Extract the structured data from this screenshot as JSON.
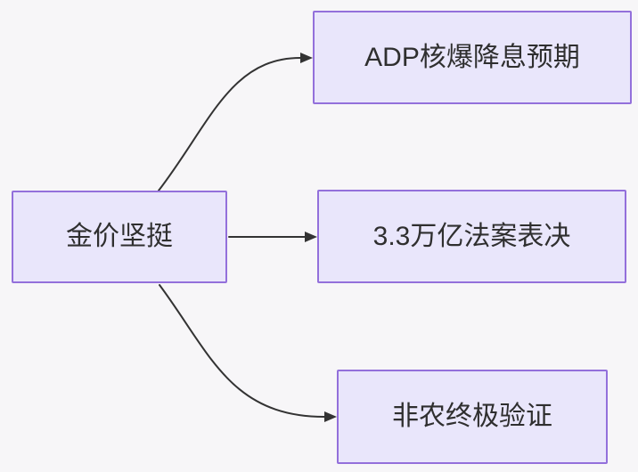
{
  "diagram": {
    "root": {
      "id": "root",
      "label": "金价坚挺"
    },
    "nodes": [
      {
        "id": "adp",
        "label": "ADP核爆降息预期"
      },
      {
        "id": "bill",
        "label": "3.3万亿法案表决"
      },
      {
        "id": "nfp",
        "label": "非农终极验证"
      }
    ],
    "edges": [
      {
        "from": "root",
        "to": "adp",
        "style": "curved",
        "arrowhead": "filled-triangle"
      },
      {
        "from": "root",
        "to": "bill",
        "style": "straight",
        "arrowhead": "filled-triangle"
      },
      {
        "from": "root",
        "to": "nfp",
        "style": "curved",
        "arrowhead": "filled-triangle"
      }
    ],
    "colors": {
      "background": "#f7f6f8",
      "node_fill": "#e9e6fb",
      "node_border": "#9370db",
      "arrow": "#333333",
      "text": "#2f2f2f"
    }
  }
}
